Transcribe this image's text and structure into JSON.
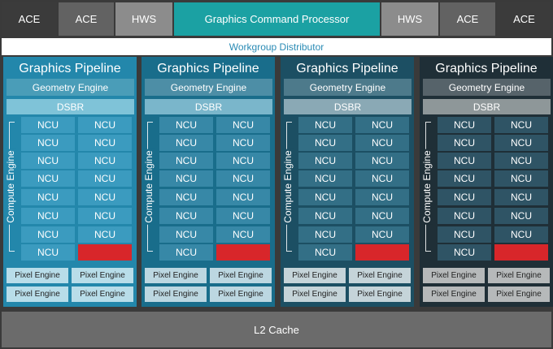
{
  "top_bar": {
    "ace1": "ACE",
    "ace2": "ACE",
    "hws1": "HWS",
    "gcp": "Graphics Command Processor",
    "hws2": "HWS",
    "ace3": "ACE",
    "ace4": "ACE"
  },
  "workgroup_distributor": "Workgroup Distributor",
  "pipelines": [
    {
      "title": "Graphics Pipeline",
      "geometry_engine": "Geometry Engine",
      "dsbr": "DSBR",
      "compute_label": "Compute Engine",
      "ncu": "NCU",
      "pixel_engine": "Pixel Engine"
    },
    {
      "title": "Graphics Pipeline",
      "geometry_engine": "Geometry Engine",
      "dsbr": "DSBR",
      "compute_label": "Compute Engine",
      "ncu": "NCU",
      "pixel_engine": "Pixel Engine"
    },
    {
      "title": "Graphics Pipeline",
      "geometry_engine": "Geometry Engine",
      "dsbr": "DSBR",
      "compute_label": "Compute Engine",
      "ncu": "NCU",
      "pixel_engine": "Pixel Engine"
    },
    {
      "title": "Graphics Pipeline",
      "geometry_engine": "Geometry Engine",
      "dsbr": "DSBR",
      "compute_label": "Compute Engine",
      "ncu": "NCU",
      "pixel_engine": "Pixel Engine"
    }
  ],
  "l2_cache": "L2 Cache",
  "colors": {
    "gcp": "#1ba1a3",
    "disabled_ncu": "#d8262a"
  }
}
